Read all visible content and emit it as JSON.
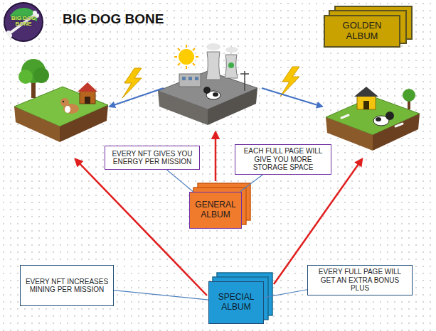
{
  "diagram": {
    "title": "BIG DOG BONE",
    "nodes": [
      {
        "text": [
          "GOLDEN ALBUM"
        ]
      },
      {
        "text": [
          "EVERY NFT GIVES YOU ENERGY PER MISSION"
        ]
      },
      {
        "text": [
          "EACH FULL PAGE WILL GIVE YOU MORE STORAGE SPACE"
        ]
      },
      {
        "text": [
          "GENERAL ALBUM"
        ]
      },
      {
        "text": [
          "EVERY NFT INCREASES MINING PER MISSION"
        ]
      },
      {
        "text": [
          "SPECIAL ALBUM"
        ]
      },
      {
        "text": [
          "EVERY FULL PAGE WILL GET AN EXTRA BONUS PLUS"
        ]
      }
    ],
    "edges": [
      {
        "from": 3,
        "to": 1,
        "arrow": "none"
      },
      {
        "from": 3,
        "to": 2,
        "arrow": "none"
      },
      {
        "from": 5,
        "to": 4,
        "arrow": "none"
      },
      {
        "from": 5,
        "to": 6,
        "arrow": "none"
      }
    ],
    "labels": [
      "BIG DOG BONE"
    ]
  }
}
